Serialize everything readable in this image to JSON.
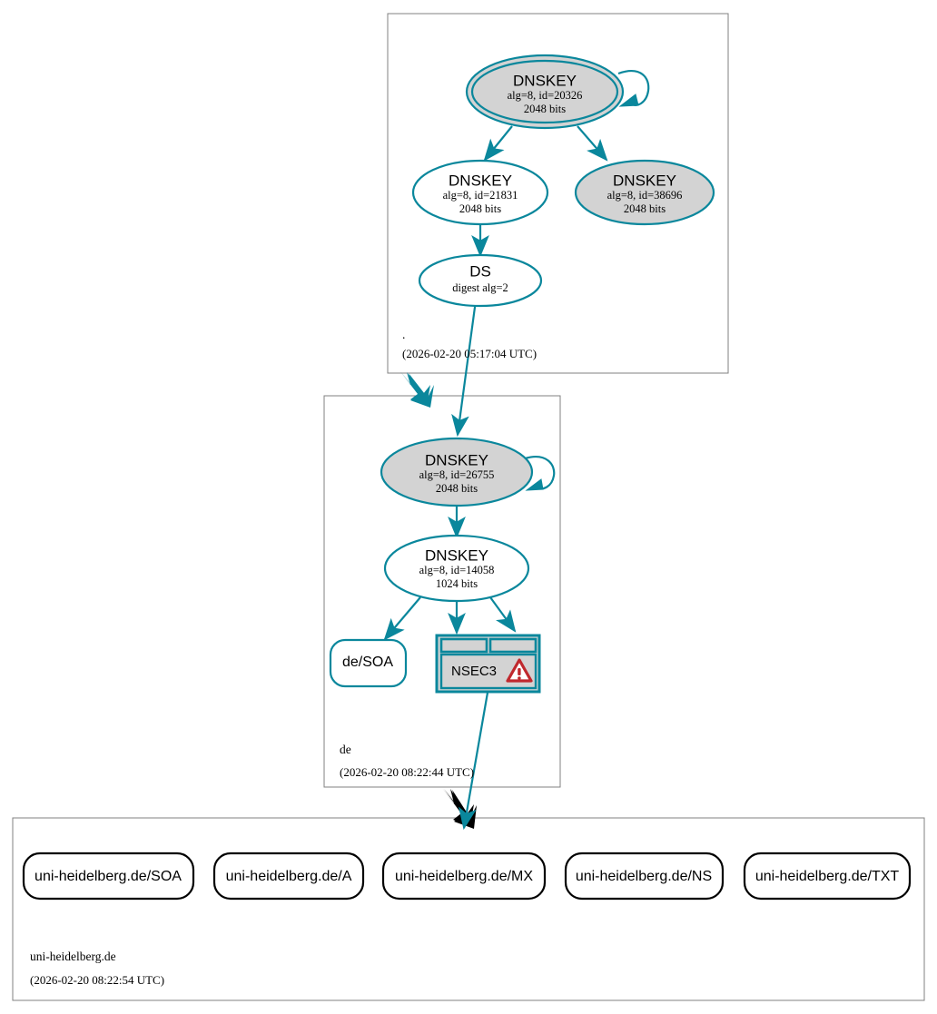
{
  "diagram": {
    "type": "dnssec-authentication-chain",
    "colors": {
      "secure_teal": "#0a879c",
      "node_fill_gray": "#d3d3d3",
      "zone_border_gray": "#808080",
      "insecure_black": "#000000",
      "warning_red": "#c0282d"
    }
  },
  "zones": [
    {
      "id": "root",
      "name": ".",
      "timestamp": "(2026-02-20 05:17:04 UTC)"
    },
    {
      "id": "de",
      "name": "de",
      "timestamp": "(2026-02-20 08:22:44 UTC)"
    },
    {
      "id": "uni-heidelberg-de",
      "name": "uni-heidelberg.de",
      "timestamp": "(2026-02-20 08:22:54 UTC)"
    }
  ],
  "nodes": {
    "root_ksk": {
      "title": "DNSKEY",
      "line2": "alg=8, id=20326",
      "line3": "2048 bits"
    },
    "root_zsk": {
      "title": "DNSKEY",
      "line2": "alg=8, id=21831",
      "line3": "2048 bits"
    },
    "root_key3": {
      "title": "DNSKEY",
      "line2": "alg=8, id=38696",
      "line3": "2048 bits"
    },
    "root_ds": {
      "title": "DS",
      "line2": "digest alg=2"
    },
    "de_ksk": {
      "title": "DNSKEY",
      "line2": "alg=8, id=26755",
      "line3": "2048 bits"
    },
    "de_zsk": {
      "title": "DNSKEY",
      "line2": "alg=8, id=14058",
      "line3": "1024 bits"
    },
    "de_soa": {
      "label": "de/SOA"
    },
    "de_nsec3": {
      "label": "NSEC3",
      "status_icon": "warning-triangle-icon"
    }
  },
  "rrsets": [
    {
      "label": "uni-heidelberg.de/SOA"
    },
    {
      "label": "uni-heidelberg.de/A"
    },
    {
      "label": "uni-heidelberg.de/MX"
    },
    {
      "label": "uni-heidelberg.de/NS"
    },
    {
      "label": "uni-heidelberg.de/TXT"
    }
  ]
}
